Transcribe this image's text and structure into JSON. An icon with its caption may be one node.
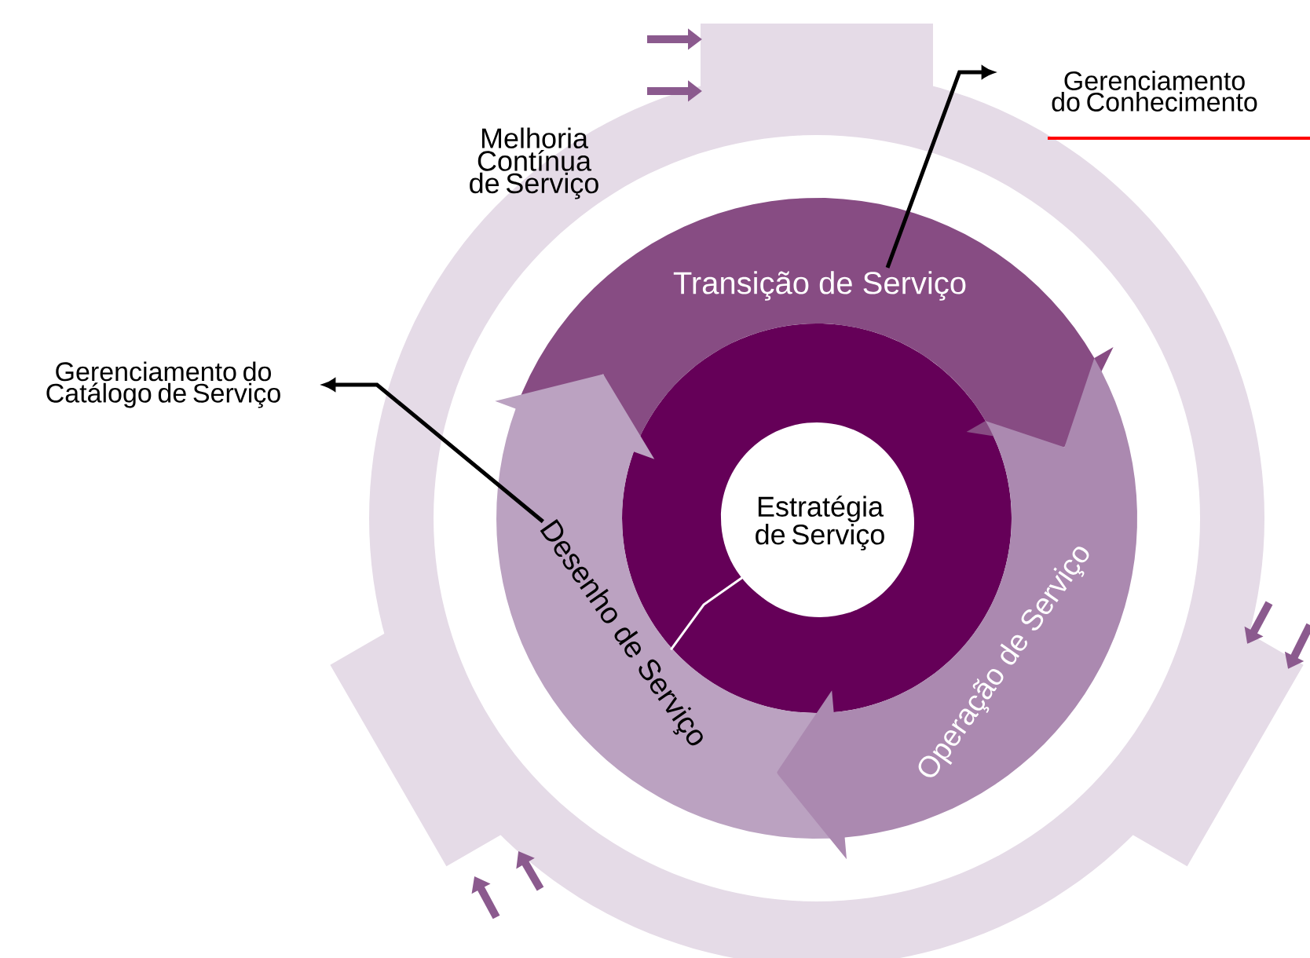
{
  "diagram": {
    "nodes": [
      {
        "text": [
          "Melhoria Contínua de Serviço"
        ]
      },
      {
        "text": [
          "Gerenciamento do Conhecimento"
        ]
      },
      {
        "text": [
          "Transição de Serviço"
        ]
      },
      {
        "text": [
          "Gerenciamento do Catálogo de Serviço"
        ]
      },
      {
        "text": [
          "Desenho de Serviço"
        ]
      },
      {
        "text": [
          "Estratégia de Serviço"
        ]
      },
      {
        "text": [
          "Operação de Serviço"
        ]
      }
    ],
    "edges": [
      {
        "from": 2,
        "to": 1,
        "arrow": "to"
      },
      {
        "from": 4,
        "to": 3,
        "arrow": "to"
      },
      {
        "from": 4,
        "to": 5,
        "arrow": "none",
        "color": "#ffffff"
      }
    ]
  }
}
